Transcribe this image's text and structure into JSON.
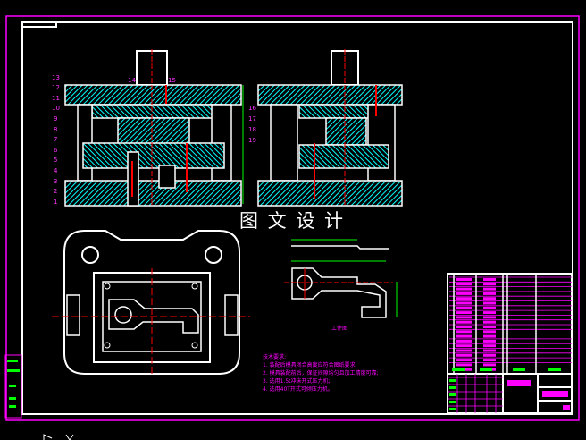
{
  "watermark": "图 文 设 计",
  "balloons_left": [
    "13",
    "12",
    "11",
    "10",
    "9",
    "8",
    "7",
    "6",
    "5",
    "4",
    "3",
    "2",
    "1"
  ],
  "balloons_top": [
    "14",
    "15"
  ],
  "balloons_right": [
    "16",
    "17",
    "18",
    "19"
  ],
  "part_caption": "工件图",
  "technical_notes": {
    "title": "技术要求:",
    "items": [
      "1. 装配后模具闭合高度应符合图纸要求;",
      "2. 模具装配前后，保证间隙均匀且加工精度可靠;",
      "3. 选用1.5t冲床开式压力机;",
      "4. 选用40T开式可倾压力机。"
    ]
  },
  "colors": {
    "background": "#000000",
    "frame": "#ffffff",
    "sheet_border": "#ff00ff",
    "hatch": "#00ffff",
    "dimension": "#00ff00",
    "centerline": "#ff0000",
    "text": "#ff00ff"
  },
  "ucs_icon": "ucs-axis-icon"
}
